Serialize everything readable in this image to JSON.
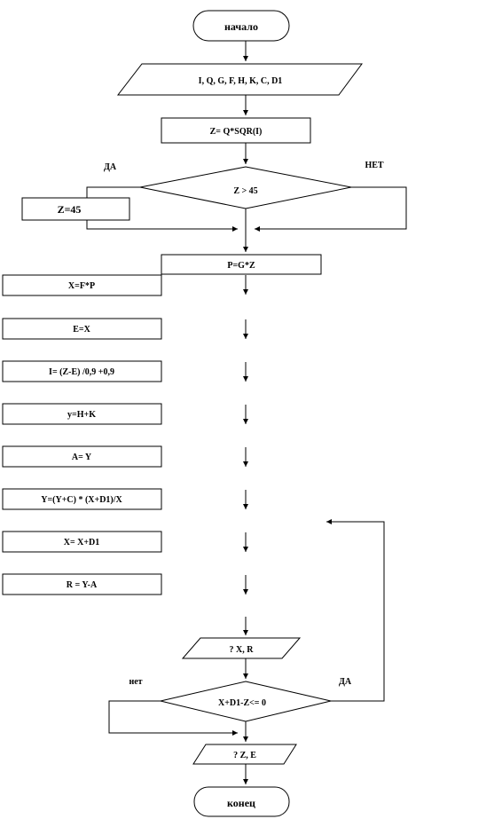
{
  "flowchart": {
    "start": "начало",
    "input": "I, Q, G, F, H, K, C, D1",
    "z_assign": "Z= Q*SQR(I)",
    "cond1": {
      "text": "Z > 45",
      "yes": "ДА",
      "no": "НЕТ"
    },
    "z_fix": "Z=45",
    "p_assign": "P=G*Z",
    "steps": [
      "X=F*P",
      "E=X",
      "I= (Z-E)  /0,9 +0,9",
      "y=H+K",
      "A= Y",
      "Y=(Y+C) * (X+D1)/X",
      "X= X+D1",
      "R = Y-A"
    ],
    "output1": "? X, R",
    "cond2": {
      "text": "X+D1-Z<= 0",
      "no": "нет",
      "yes": "ДА"
    },
    "output2": "? Z, E",
    "end": "конец"
  }
}
